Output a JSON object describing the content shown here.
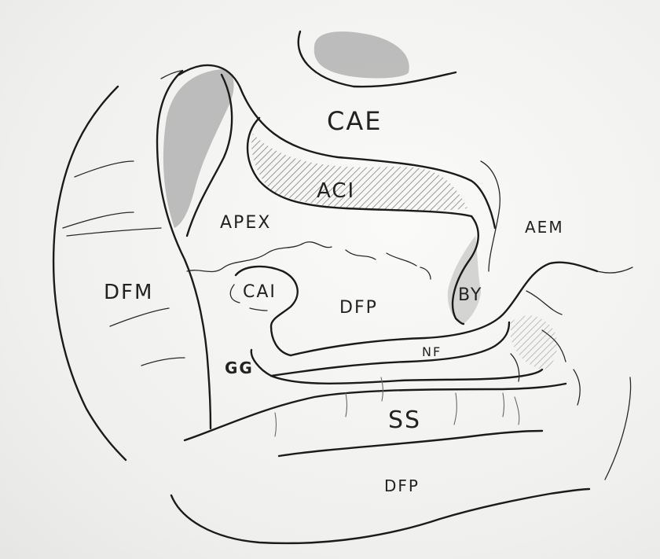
{
  "diagram": {
    "labels": {
      "cae": "CAE",
      "aci": "ACI",
      "apex": "APEX",
      "aem": "AEM",
      "dfm": "DFM",
      "cai": "CAI",
      "dfp_upper": "DFP",
      "by": "BY",
      "nf": "NF",
      "gg": "GG",
      "ss": "SS",
      "dfp_lower": "DFP"
    }
  }
}
